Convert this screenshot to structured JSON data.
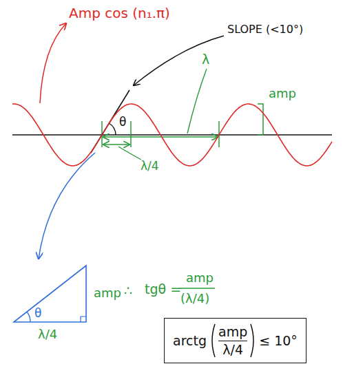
{
  "diagram": {
    "nodes": [
      {
        "text": [
          "arctg",
          "amp",
          "λ/4",
          "≤ 10°"
        ]
      }
    ],
    "labels": [
      "Amp cos (n₁.π)",
      "SLOPE (<10°)",
      "θ",
      "λ",
      "amp",
      "λ/4",
      "θ",
      "amp",
      "λ/4",
      "∴",
      "tgθ =",
      "amp",
      "(λ/4)"
    ]
  }
}
